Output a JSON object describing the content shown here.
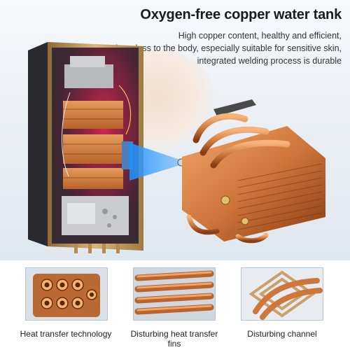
{
  "headline": "Oxygen-free copper water tank",
  "description_lines": [
    "High copper content, healthy and efficient,",
    "harmless to the body, especially suitable for sensitive skin,",
    "integrated welding process is durable"
  ],
  "features": [
    {
      "label": "Heat transfer technology"
    },
    {
      "label": "Disturbing heat transfer fins"
    },
    {
      "label": "Disturbing channel"
    }
  ],
  "colors": {
    "copper": "#d07a3c",
    "copper_dark": "#8a3d12",
    "gold_frame": "#c9a56b",
    "beam_blue": "#1e90ff",
    "thumb_border": "#b9c4d1"
  }
}
